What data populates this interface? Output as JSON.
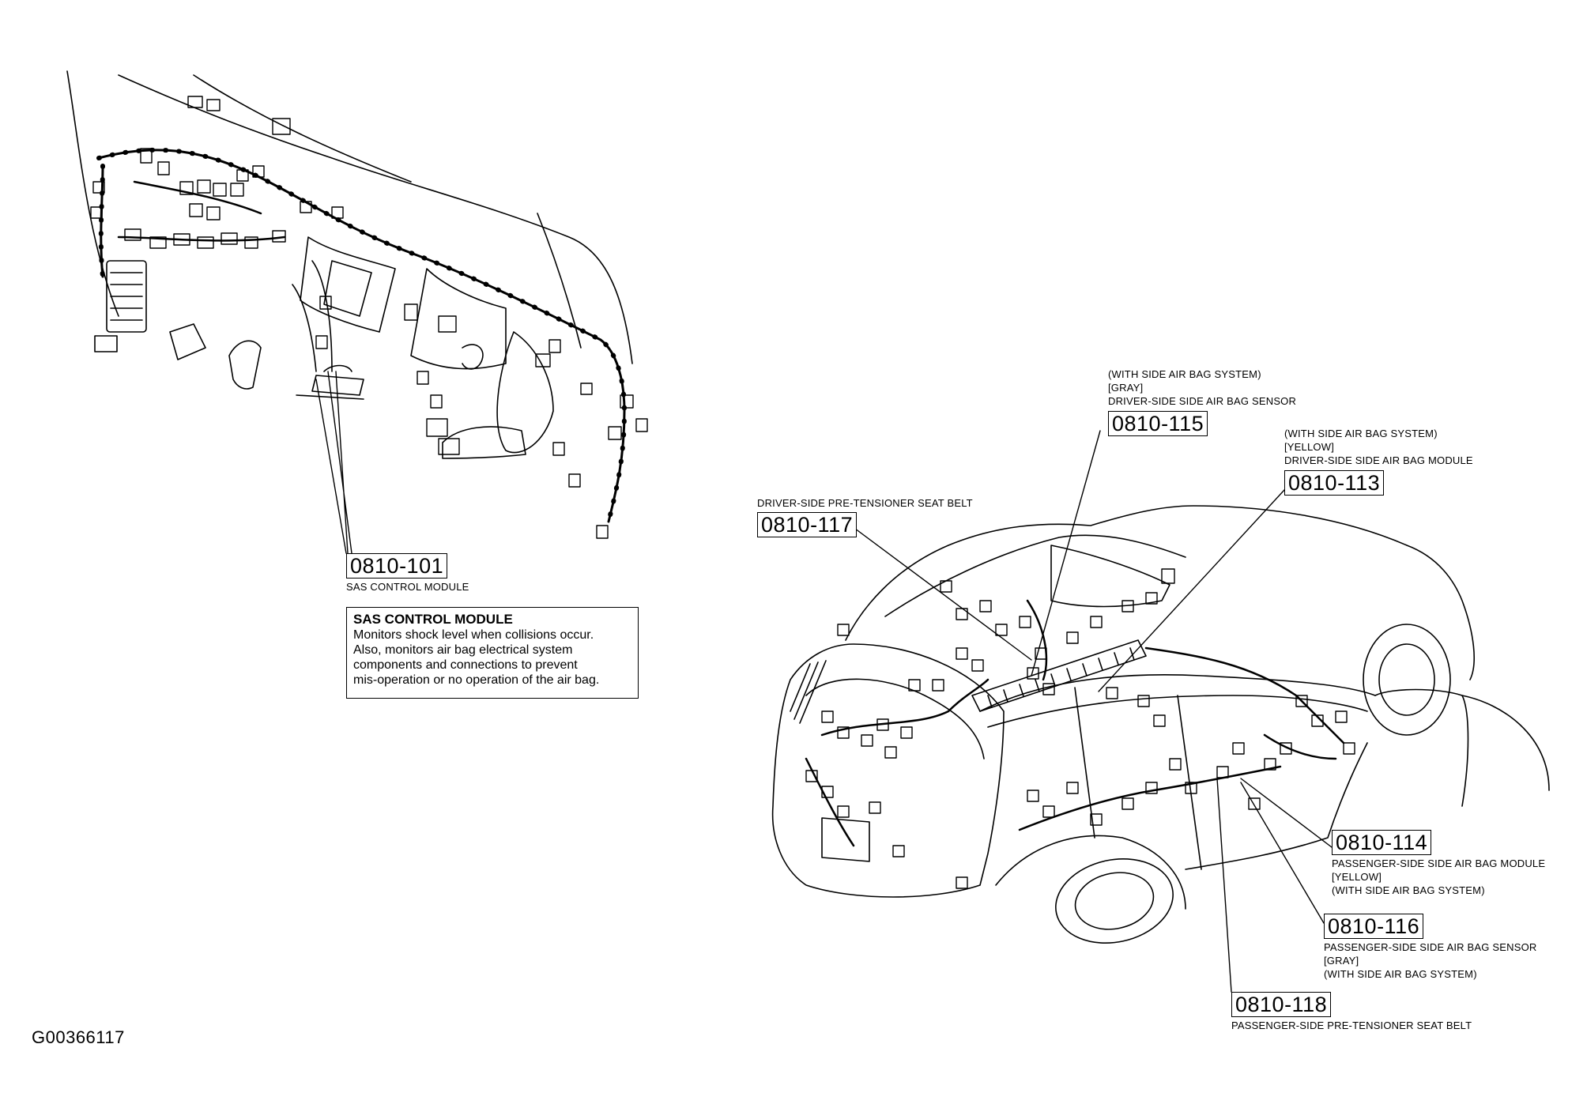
{
  "callouts": [
    {
      "id": "c101",
      "code": "0810-101",
      "lines": [
        "SAS CONTROL MODULE"
      ]
    },
    {
      "id": "c115",
      "code": "0810-115",
      "lines": [
        "(WITH SIDE AIR BAG SYSTEM)",
        "[GRAY]",
        "DRIVER-SIDE SIDE AIR BAG SENSOR"
      ]
    },
    {
      "id": "c113",
      "code": "0810-113",
      "lines": [
        "(WITH SIDE AIR BAG SYSTEM)",
        "[YELLOW]",
        "DRIVER-SIDE SIDE AIR BAG MODULE"
      ]
    },
    {
      "id": "c117",
      "code": "0810-117",
      "lines": [
        "DRIVER-SIDE PRE-TENSIONER SEAT BELT"
      ]
    },
    {
      "id": "c114",
      "code": "0810-114",
      "lines": [
        "PASSENGER-SIDE SIDE AIR BAG MODULE",
        "[YELLOW]",
        "(WITH SIDE AIR BAG SYSTEM)"
      ]
    },
    {
      "id": "c116",
      "code": "0810-116",
      "lines": [
        "PASSENGER-SIDE SIDE AIR BAG SENSOR",
        "[GRAY]",
        "(WITH SIDE AIR BAG SYSTEM)"
      ]
    },
    {
      "id": "c118",
      "code": "0810-118",
      "lines": [
        "PASSENGER-SIDE PRE-TENSIONER SEAT BELT"
      ]
    }
  ],
  "info_box": {
    "title": "SAS CONTROL MODULE",
    "lines": [
      "Monitors shock level when collisions occur.",
      "Also, monitors air bag electrical system",
      "components and connections to prevent",
      "mis-operation or no operation of the air bag."
    ]
  },
  "figure_id": "G00366117"
}
